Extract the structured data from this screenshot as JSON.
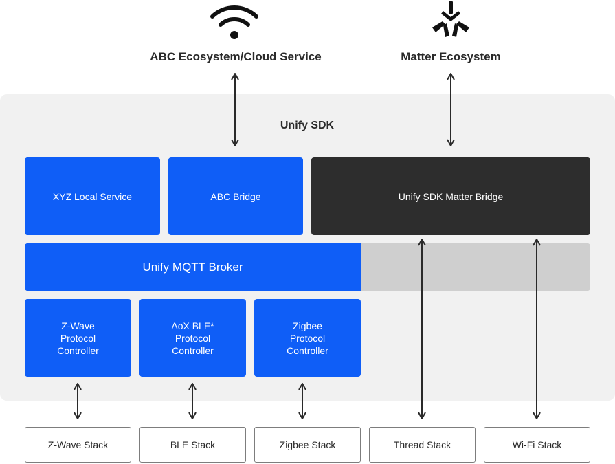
{
  "ecosystems": {
    "abc": "ABC Ecosystem/Cloud Service",
    "matter": "Matter Ecosystem"
  },
  "sdk": {
    "title": "Unify SDK",
    "services": {
      "xyz": "XYZ Local Service",
      "abc_bridge": "ABC Bridge",
      "matter_bridge": "Unify SDK Matter Bridge"
    },
    "broker": "Unify MQTT Broker",
    "controllers": [
      "Z-Wave\nProtocol\nController",
      "AoX BLE*\nProtocol\nController",
      "Zigbee\nProtocol\nController"
    ]
  },
  "stacks": [
    "Z-Wave Stack",
    "BLE Stack",
    "Zigbee Stack",
    "Thread Stack",
    "Wi-Fi Stack"
  ],
  "colors": {
    "blue": "#0f5ef7",
    "dark": "#2d2d2d",
    "grey_band": "#cfcfcf",
    "sdk_background": "#f1f1f1"
  },
  "icons": [
    "wifi-icon",
    "matter-icon"
  ]
}
